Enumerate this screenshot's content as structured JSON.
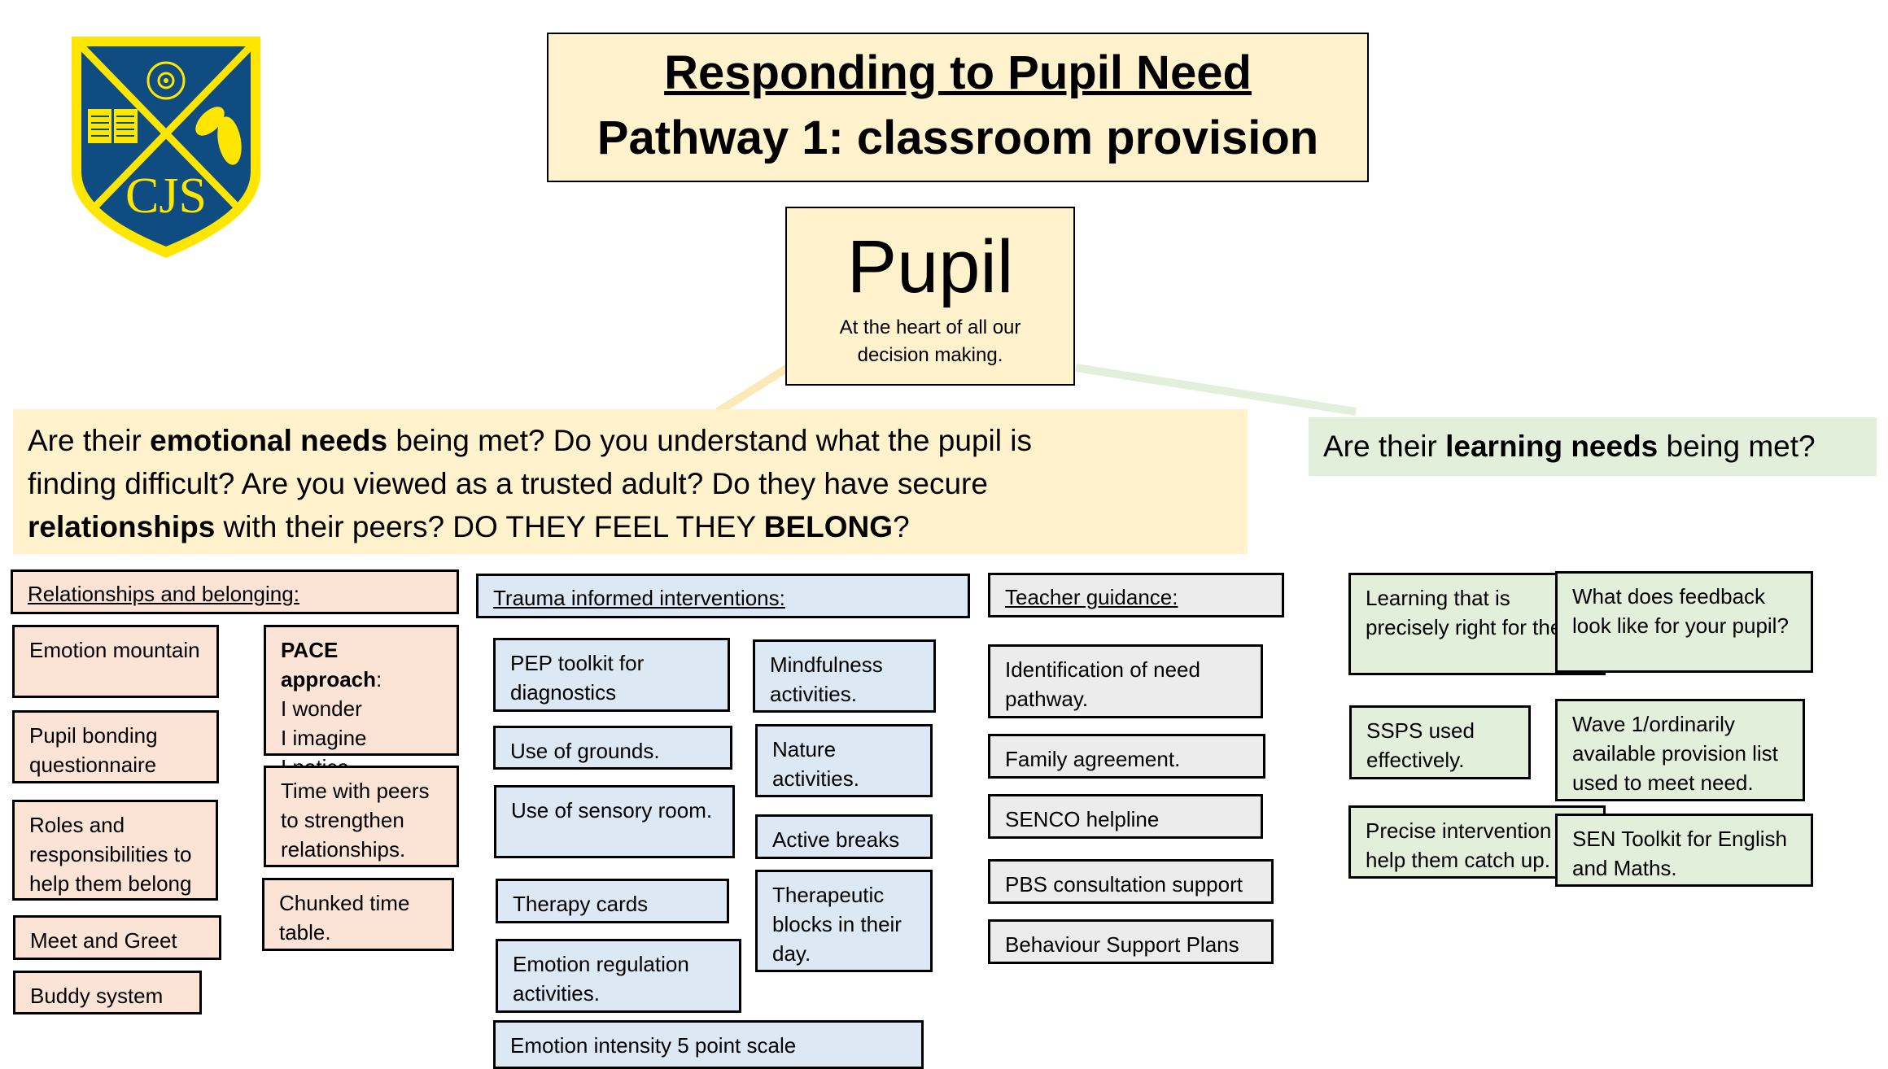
{
  "logo": {
    "initials": "CJS",
    "emblems": [
      "rose",
      "open-book",
      "oak-leaves"
    ],
    "colors": {
      "shield": "#0f4c81",
      "border": "#ffe600"
    }
  },
  "header": {
    "title": "Responding to Pupil Need",
    "subtitle": "Pathway 1: classroom provision"
  },
  "center": {
    "title": "Pupil",
    "subtitle_line1": "At the heart of all our",
    "subtitle_line2": "decision making."
  },
  "emotional": {
    "l1_a": " Are their ",
    "l1_b": "emotional needs",
    "l1_c": " being met? Do you understand what the pupil is",
    "l2": "finding difficult? Are you viewed as a trusted adult? Do they have secure",
    "l3_a": "relationships",
    "l3_b": " with their peers? DO THEY FEEL THEY ",
    "l3_c": "BELONG",
    "l3_d": "?"
  },
  "learning": {
    "a": "Are their ",
    "b": "learning needs",
    "c": " being met?"
  },
  "relationships": {
    "header": "Relationships and belonging:",
    "items": [
      "Emotion mountain",
      "Pupil bonding questionnaire",
      "Roles and responsibilities to help them belong",
      "Meet and Greet",
      "Buddy system",
      "PACE approach",
      "I wonder",
      "I imagine",
      "I notice.",
      "Time with peers to strengthen relationships.",
      "Chunked time table."
    ]
  },
  "trauma": {
    "header": "Trauma informed interventions:",
    "items": [
      "PEP toolkit for diagnostics",
      "Use of grounds.",
      "Use of sensory room.",
      "Therapy cards",
      "Emotion regulation activities.",
      "Emotion intensity 5 point scale",
      "Mindfulness activities.",
      "Nature activities.",
      "Active breaks",
      "Therapeutic blocks in their day."
    ]
  },
  "teacher": {
    "header": "Teacher guidance:",
    "items": [
      "Identification of need pathway.",
      "Family agreement.",
      "SENCO helpline",
      "PBS consultation support",
      "Behaviour Support Plans"
    ]
  },
  "learning_items": [
    "Learning that is precisely right for them.",
    "SSPS used effectively.",
    "Precise intervention to help them catch up.",
    "What does feedback look like for your pupil?",
    "Wave 1/ordinarily available provision list used to meet need.",
    "SEN Toolkit for English and Maths."
  ],
  "colors": {
    "cream": "#fff2cc",
    "peach": "#fbe4d6",
    "blue": "#dde8f5",
    "grey": "#ececec",
    "green": "#e2efda"
  }
}
